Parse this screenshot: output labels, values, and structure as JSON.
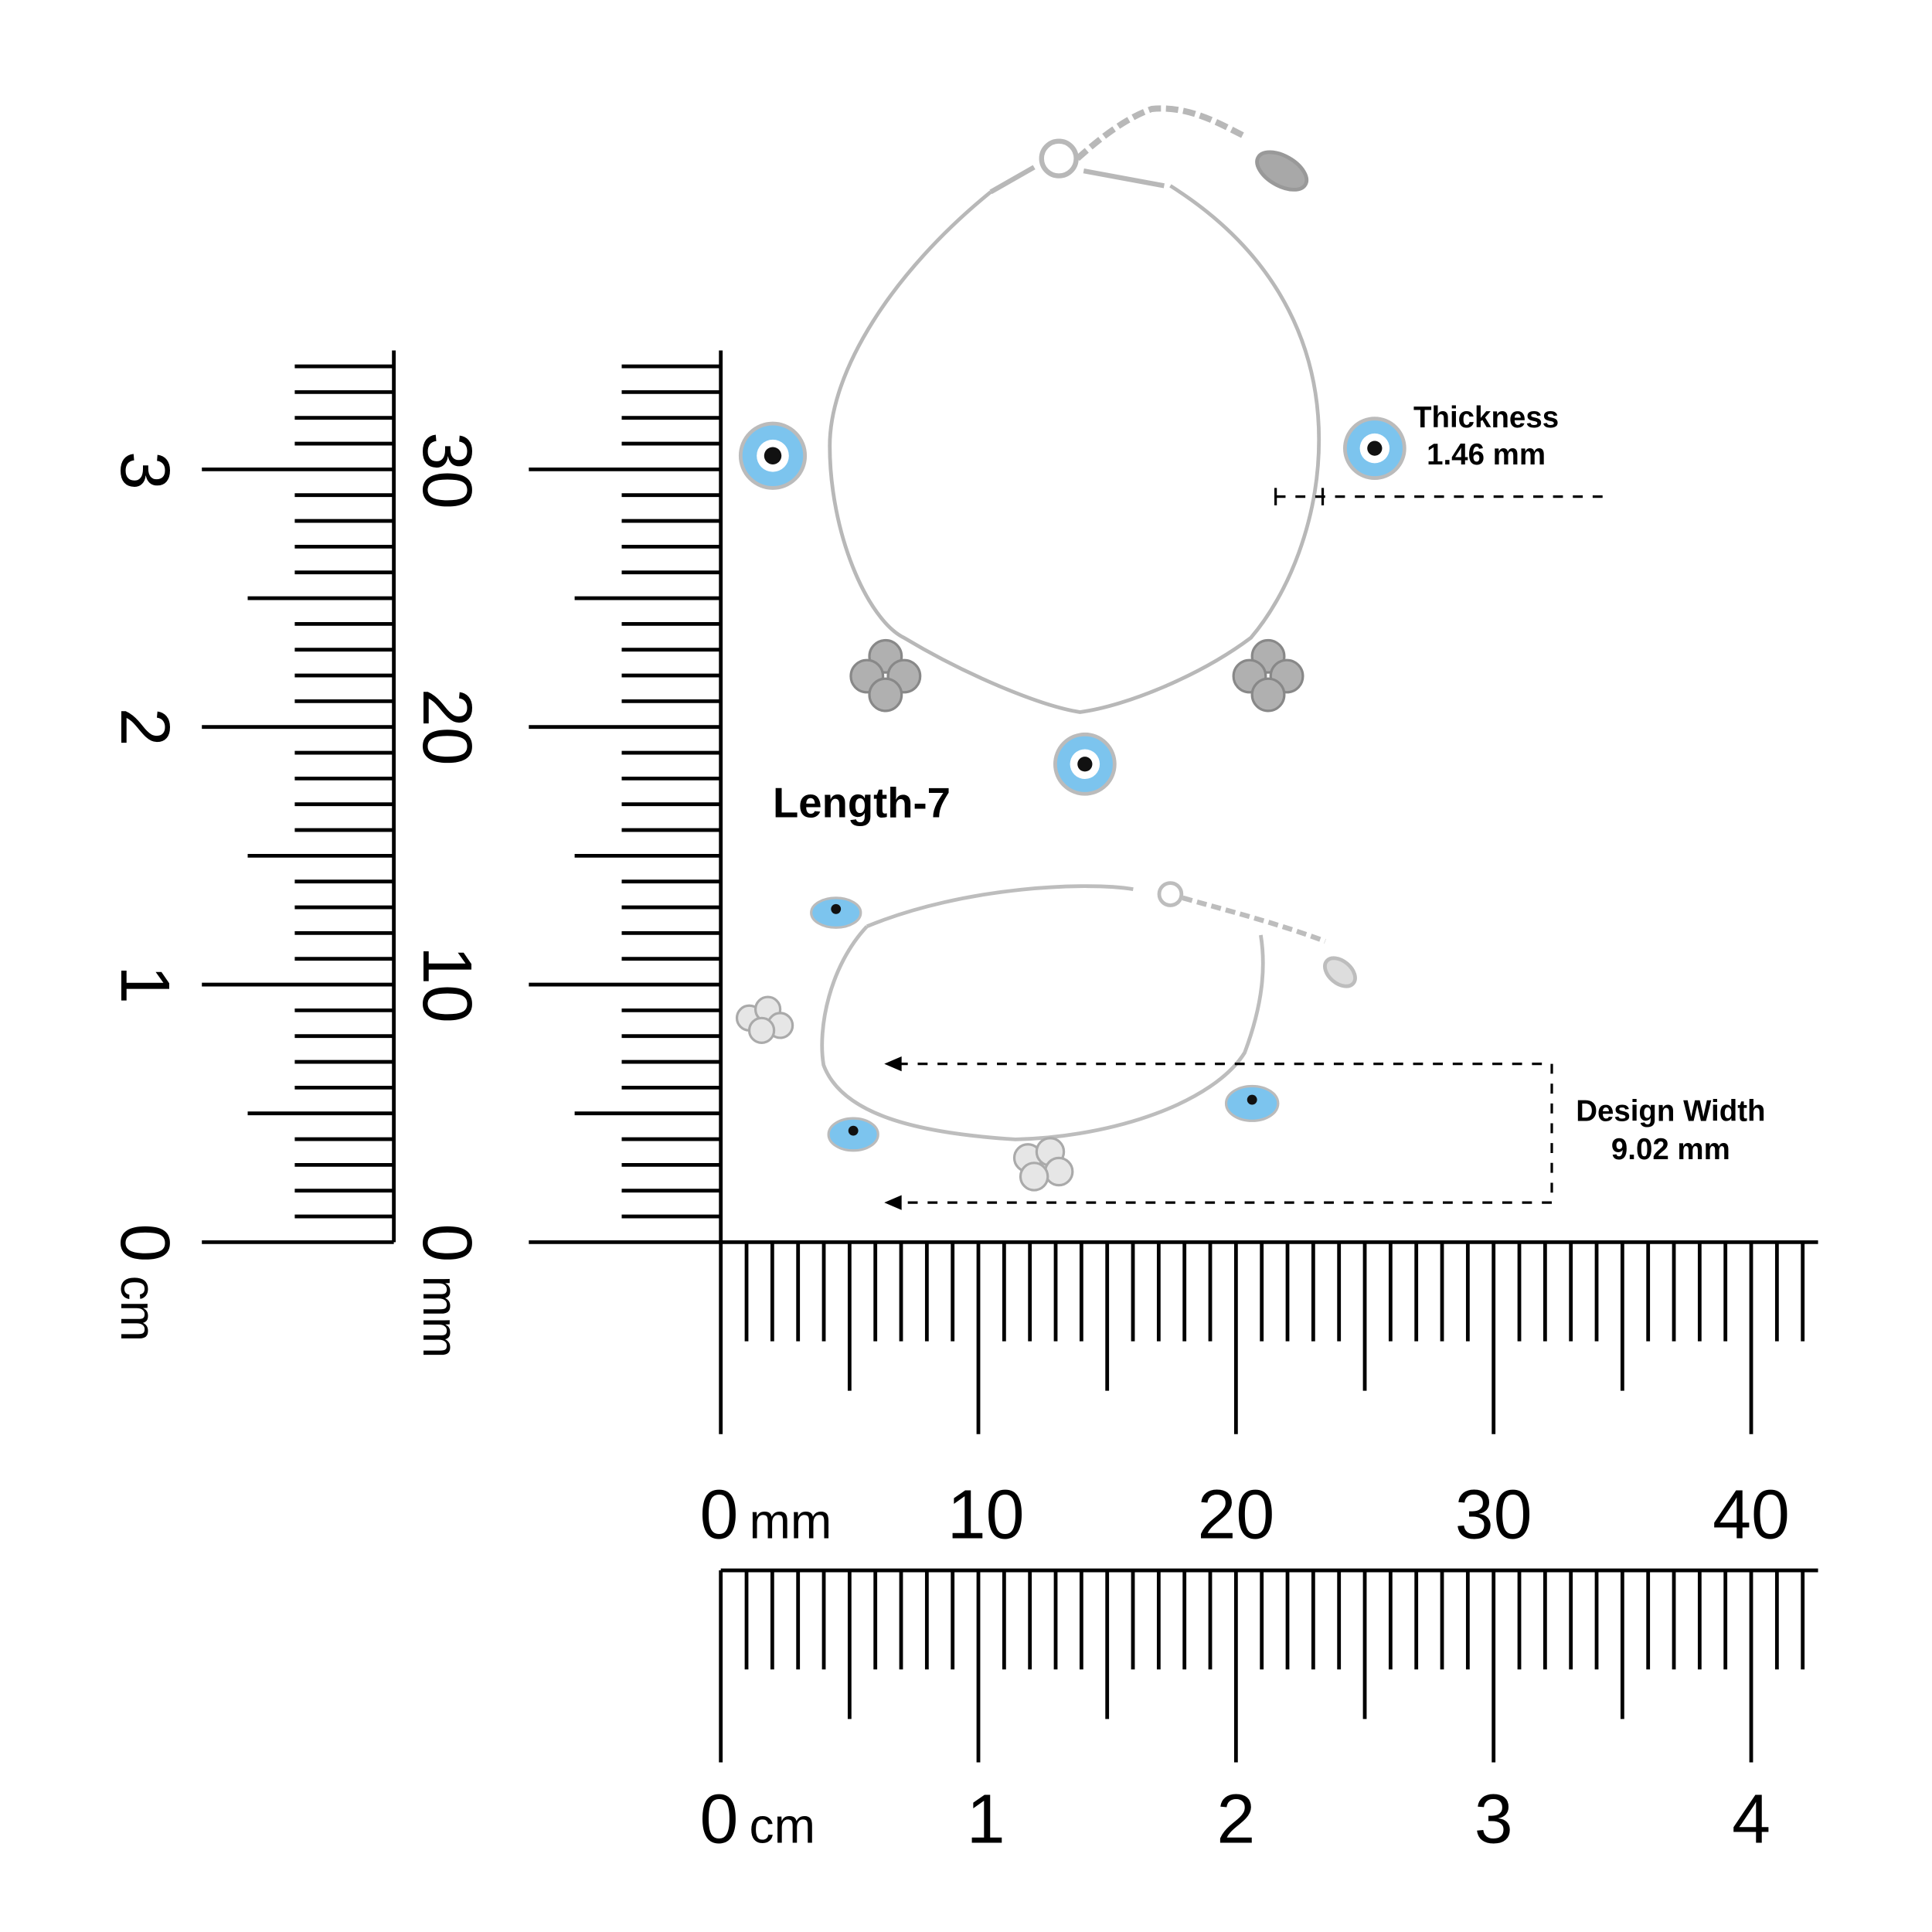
{
  "product": {
    "length_label": "Length-7",
    "thickness": {
      "label": "Thickness",
      "value": "1.46 mm"
    },
    "design_width": {
      "label": "Design Width",
      "value": "9.02 mm"
    }
  },
  "rulers": {
    "vertical_cm": {
      "labels": [
        "0",
        "1",
        "2",
        "3"
      ],
      "unit": "cm",
      "range_mm": [
        0,
        34
      ]
    },
    "vertical_mm": {
      "labels": [
        "0",
        "10",
        "20",
        "30"
      ],
      "unit": "mm",
      "range_mm": [
        0,
        34
      ]
    },
    "horizontal_mm": {
      "labels": [
        "0",
        "10",
        "20",
        "30",
        "40"
      ],
      "unit": "mm",
      "range_mm": [
        0,
        42
      ]
    },
    "horizontal_cm": {
      "labels": [
        "0",
        "1",
        "2",
        "3",
        "4"
      ],
      "unit": "cm",
      "range_mm": [
        0,
        42
      ]
    }
  },
  "colors": {
    "ink": "#000000",
    "silver": "#b5b5b5",
    "eye_blue": "#7cc4ee",
    "eye_dark": "#111111"
  }
}
